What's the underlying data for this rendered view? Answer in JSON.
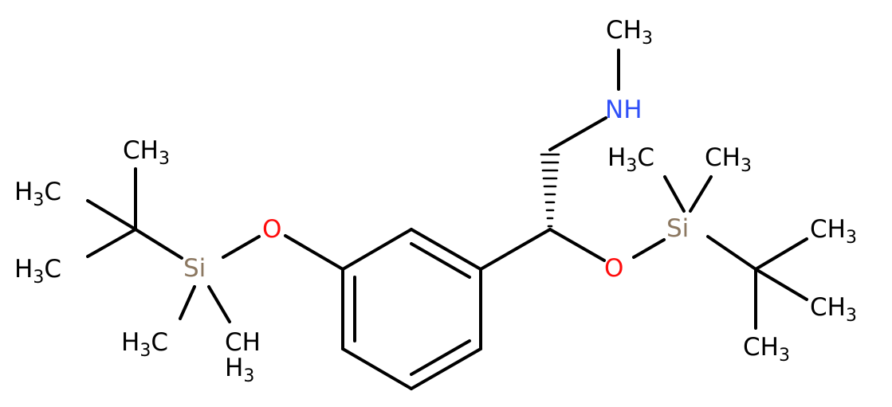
{
  "colors": {
    "bond": "#000000",
    "carbon_label": "#000000",
    "nitrogen": "#3050F8",
    "oxygen": "#FF0D0D",
    "silicon": "#8C7861",
    "background": "#FFFFFF"
  },
  "labels": {
    "n_methyl": {
      "main": "CH",
      "sub": "3"
    },
    "amine": {
      "main": "NH"
    },
    "left": {
      "oxygen": "O",
      "silicon": "Si",
      "tbu_top": {
        "main": "CH",
        "sub": "3"
      },
      "tbu_left": {
        "pre": "H",
        "sub": "3",
        "post": "C"
      },
      "tbu_bottom": {
        "pre": "H",
        "sub": "3",
        "post": "C"
      },
      "si_me_left": {
        "pre": "H",
        "sub": "3",
        "post": "C"
      },
      "si_me_right": {
        "main": "CH",
        "sub": "3"
      }
    },
    "right": {
      "oxygen": "O",
      "silicon": "Si",
      "si_me_left": {
        "pre": "H",
        "sub": "3",
        "post": "C"
      },
      "si_me_right": {
        "main": "CH",
        "sub": "3"
      },
      "tbu_top": {
        "main": "CH",
        "sub": "3"
      },
      "tbu_mid": {
        "main": "CH",
        "sub": "3"
      },
      "tbu_bottom": {
        "main": "CH",
        "sub": "3"
      }
    }
  }
}
